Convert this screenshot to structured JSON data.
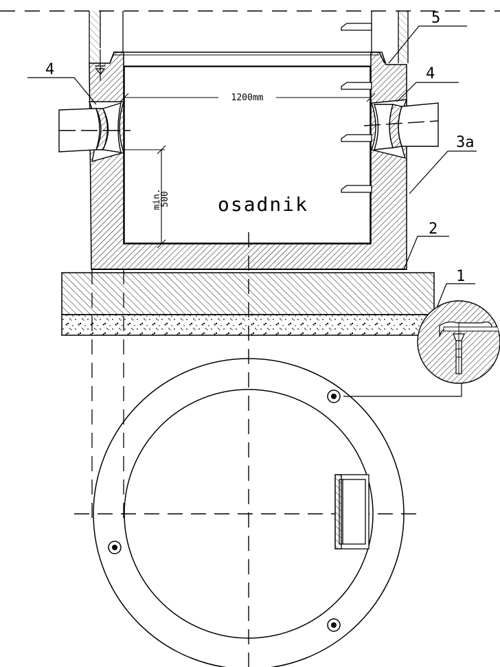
{
  "labels": {
    "base_slab": "1",
    "seal_ring": "2",
    "settler_ring": "3a",
    "pipe_gasket_left": "4",
    "pipe_gasket_right": "4",
    "cover_ring": "5"
  },
  "dimensions": {
    "diameter": "1200mm",
    "min_label": "min.",
    "min_value": "500"
  },
  "text": {
    "chamber_label": "osadnik"
  },
  "colors": {
    "ink": "#000000",
    "background": "#ffffff"
  }
}
